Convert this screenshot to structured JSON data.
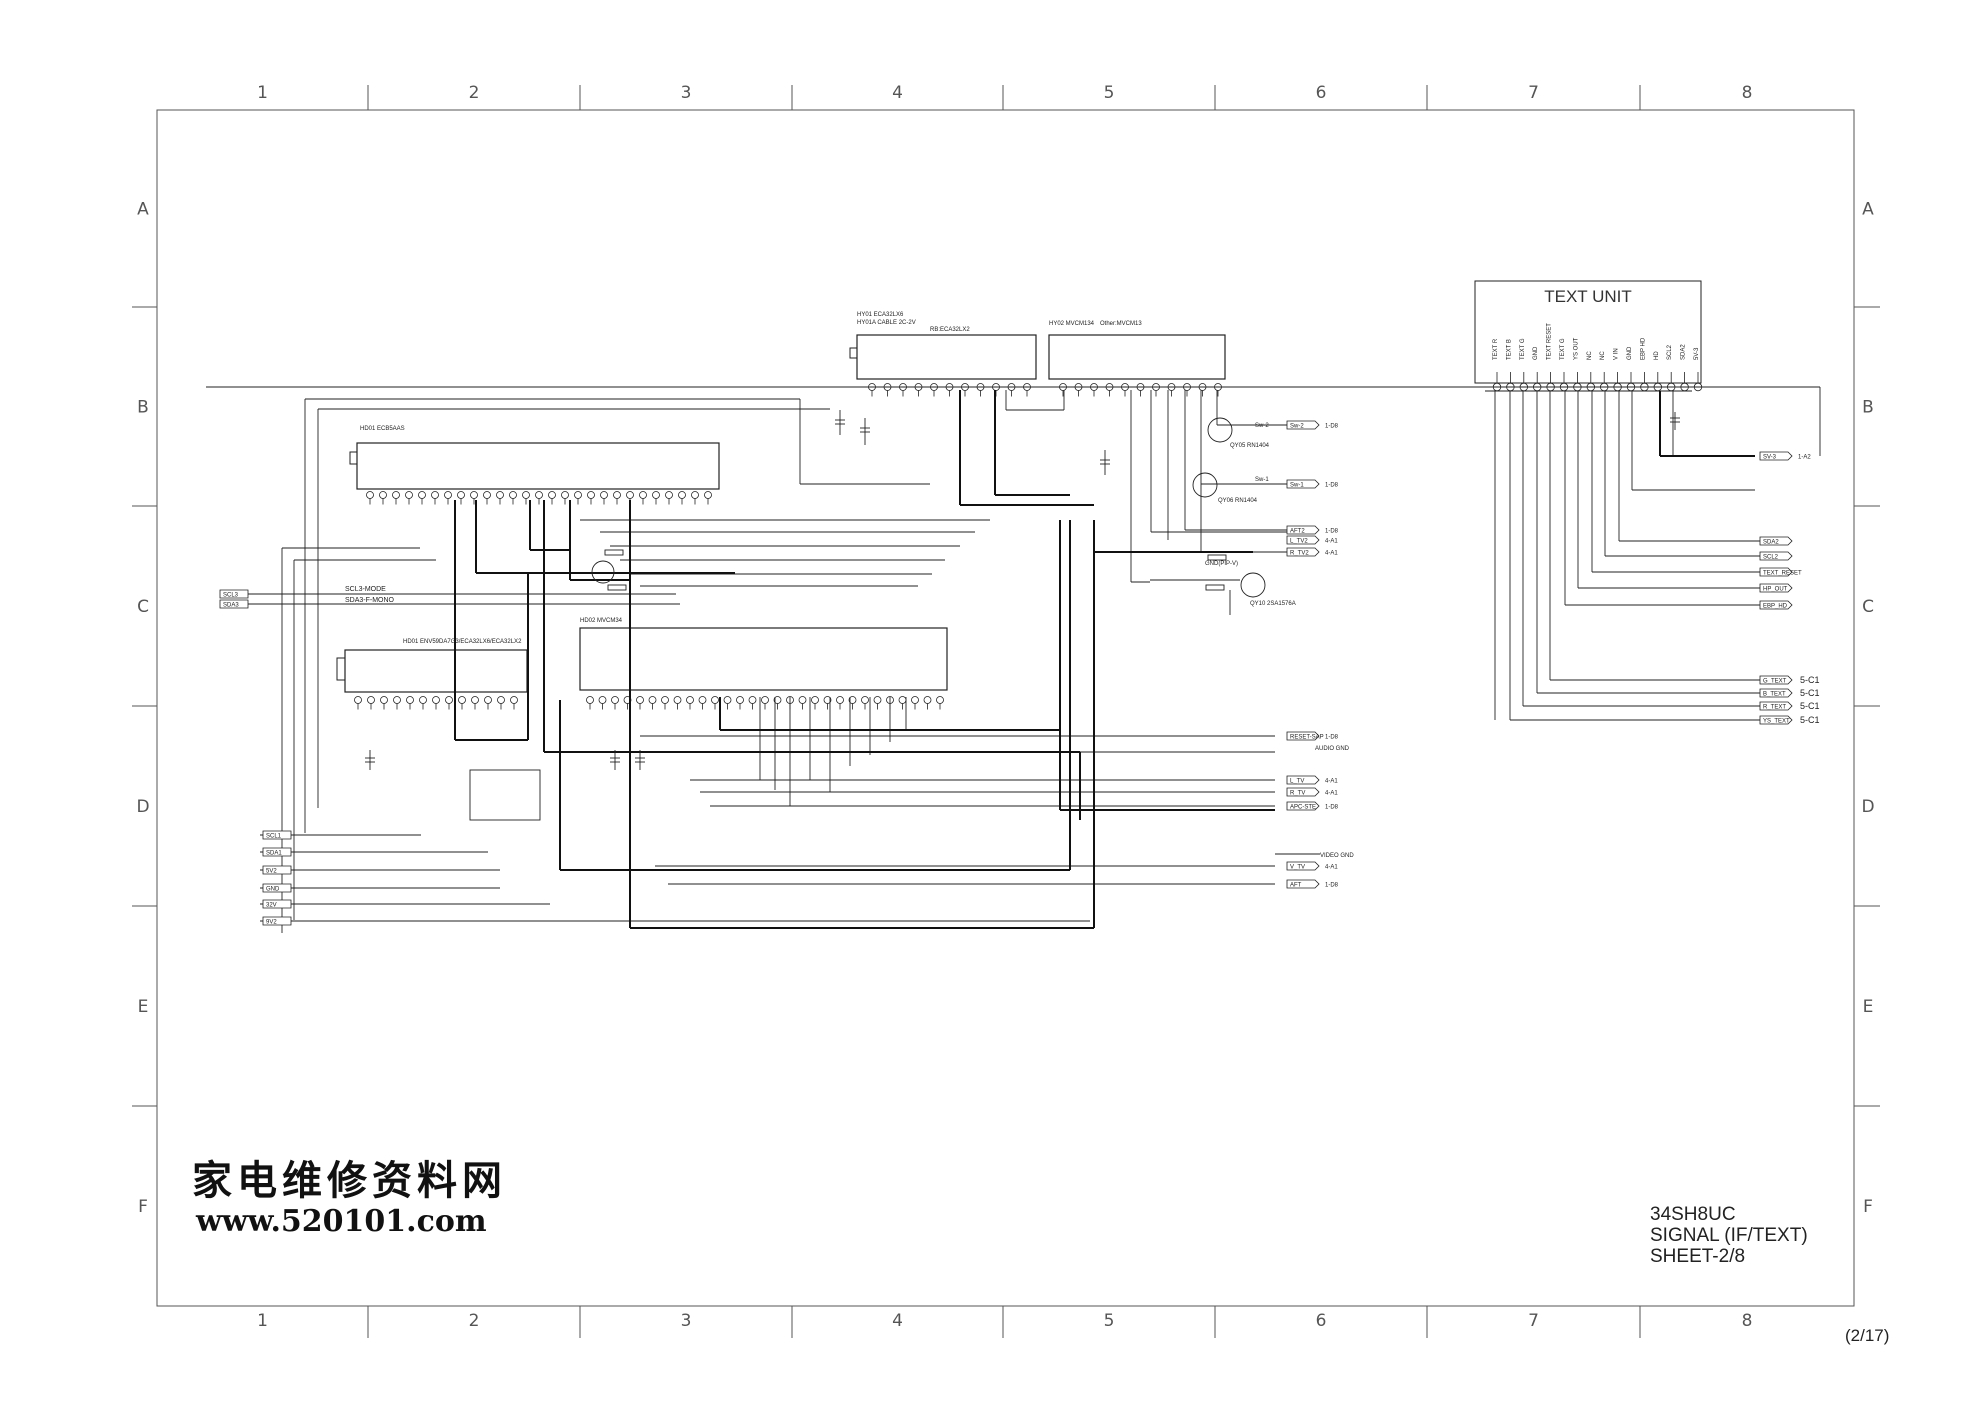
{
  "zones": {
    "columns": [
      "1",
      "2",
      "3",
      "4",
      "5",
      "6",
      "7",
      "8"
    ],
    "rows": [
      "A",
      "B",
      "C",
      "D",
      "E",
      "F"
    ]
  },
  "title_block": {
    "model": "34SH8UC",
    "signal": "SIGNAL (IF/TEXT)",
    "sheet": "SHEET-2/8"
  },
  "page_number": "(2/17)",
  "watermark": {
    "chinese": "家电维修资料网",
    "url": "www.520101.com"
  },
  "text_unit": {
    "title": "TEXT UNIT",
    "pins": [
      "TEXT R",
      "TEXT B",
      "TEXT G",
      "GND",
      "TEXT RESET",
      "TEXT G",
      "YS OUT",
      "NC",
      "NC",
      "V IN",
      "GND",
      "EBP HD",
      "HD",
      "SCL2",
      "SDA2",
      "5V-3"
    ]
  },
  "tuners": {
    "hy01": "HY01 ECA32LX6",
    "hy01a": "HY01A CABLE 2C-2V",
    "hy01b": "RB:ECA32LX2",
    "hy02": "HY02 MVCM134",
    "hy02_other": "Other:MVCM13"
  },
  "ics": {
    "hd01": "HD01 ECB5AAS",
    "hd01b": "HD01 ENV59DA7G3/ECA32LX6/ECA32LX2",
    "hd02": "HD02 MVCM34"
  },
  "connectors_right": [
    "SDA2",
    "SCL2",
    "TEXT_RESET",
    "HP_OUT",
    "EBP_HD"
  ],
  "text_outputs": [
    {
      "tag": "G_TEXT",
      "dest": "5-C1"
    },
    {
      "tag": "B_TEXT",
      "dest": "5-C1"
    },
    {
      "tag": "R_TEXT",
      "dest": "5-C1"
    },
    {
      "tag": "YS_TEXT",
      "dest": "5-C1"
    }
  ],
  "mid_signals": [
    {
      "tag": "AFT2",
      "dest": "1-D8"
    },
    {
      "tag": "L_TV2",
      "dest": "4-A1"
    },
    {
      "tag": "R_TV2",
      "dest": "4-A1"
    },
    {
      "tag": "RESET-SAP",
      "dest": "1-D8"
    },
    {
      "tag": "L_TV",
      "dest": "4-A1"
    },
    {
      "tag": "R_TV",
      "dest": "4-A1"
    },
    {
      "tag": "APC-STE",
      "dest": "1-D8"
    },
    {
      "tag": "V_TV",
      "dest": "4-A1"
    },
    {
      "tag": "AFT",
      "dest": "1-D8"
    }
  ],
  "left_signals": [
    "SCL1",
    "SDA1",
    "5V2",
    "GND",
    "32V",
    "9V2"
  ],
  "misc_labels": [
    "SCL3-MODE",
    "SDA3-F-MONO",
    "Sw-2",
    "Sw-1",
    "AUDIO GND",
    "VIDEO GND",
    "GND(PIP-V)",
    "QY10 2SA1576A",
    "QY05 RN1404",
    "QY06 RN1404"
  ]
}
